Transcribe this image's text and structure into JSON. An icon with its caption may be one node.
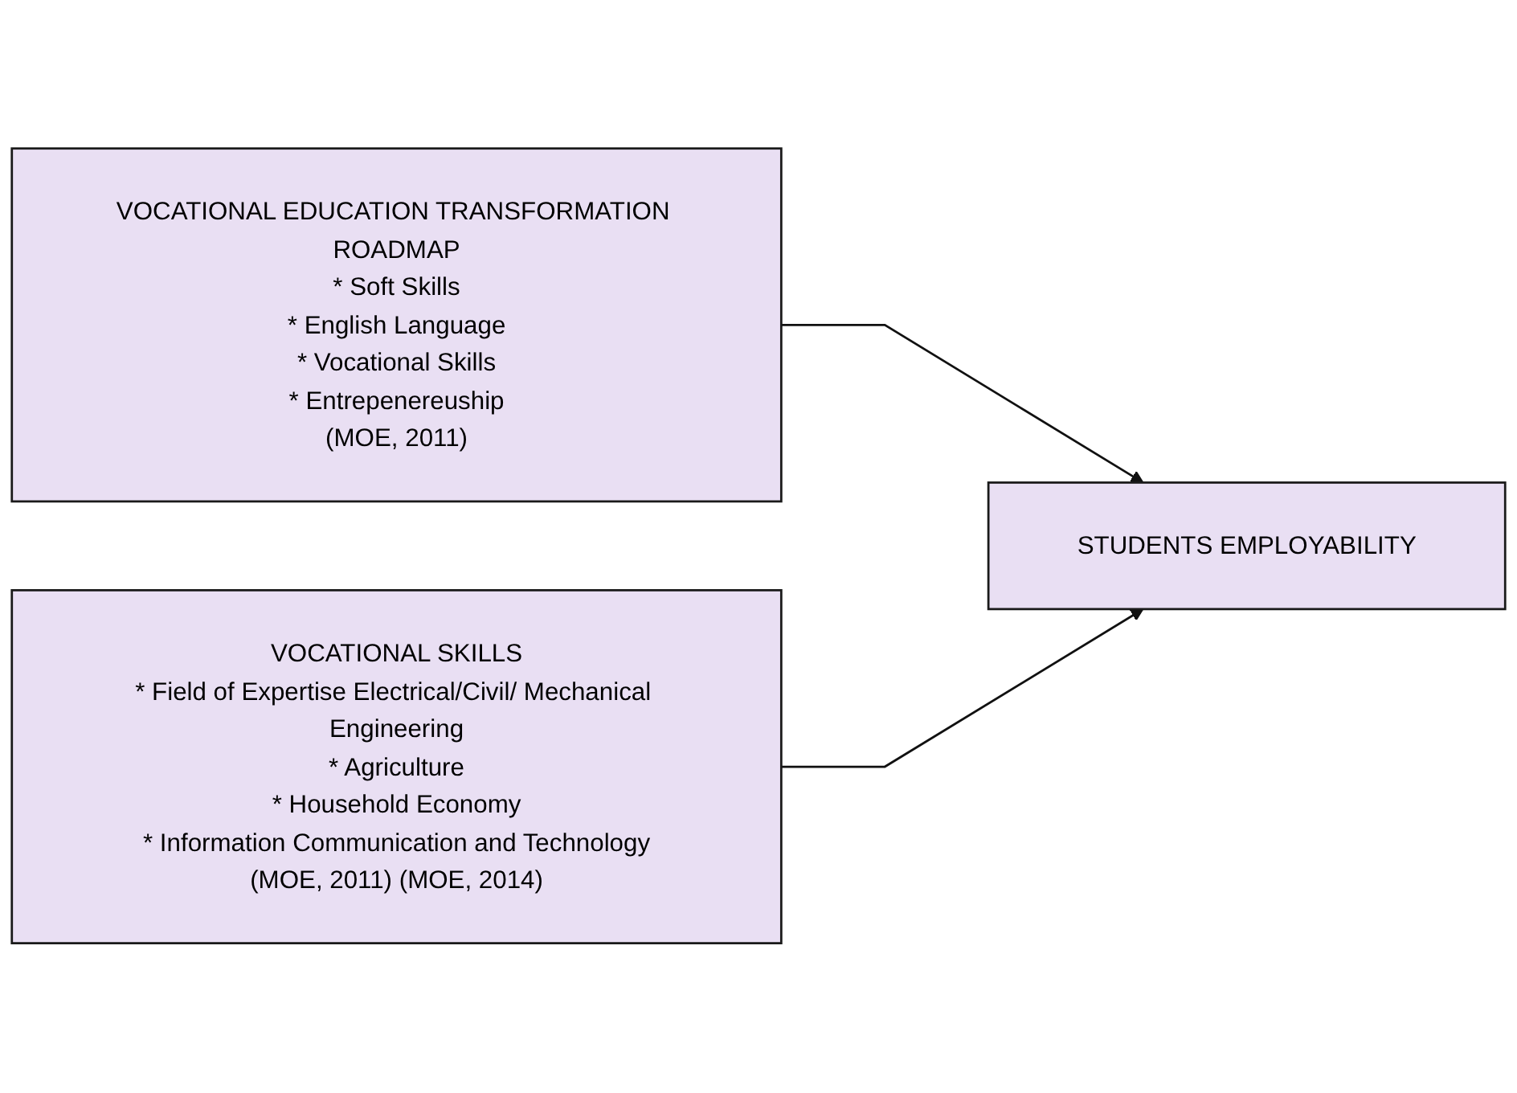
{
  "diagram": {
    "nodes": [
      {
        "text": [
          "VOCATIONAL EDUCATION TRANSFORMATION ROADMAP",
          "* Soft Skills",
          "* English Language",
          "* Vocational Skills",
          "* Entrepenereuship",
          "(MOE, 2011)"
        ]
      },
      {
        "text": [
          "VOCATIONAL SKILLS",
          "* Field of Expertise Electrical/Civil/ Mechanical Engineering",
          "* Agriculture",
          "* Household Economy",
          "* Information Communication and Technology",
          "(MOE, 2011) (MOE, 2014)"
        ]
      },
      {
        "text": [
          "STUDENTS EMPLOYABILITY"
        ]
      }
    ],
    "edges": [
      {
        "from": 0,
        "to": 2,
        "arrow": "to"
      },
      {
        "from": 1,
        "to": 2,
        "arrow": "to"
      }
    ]
  }
}
